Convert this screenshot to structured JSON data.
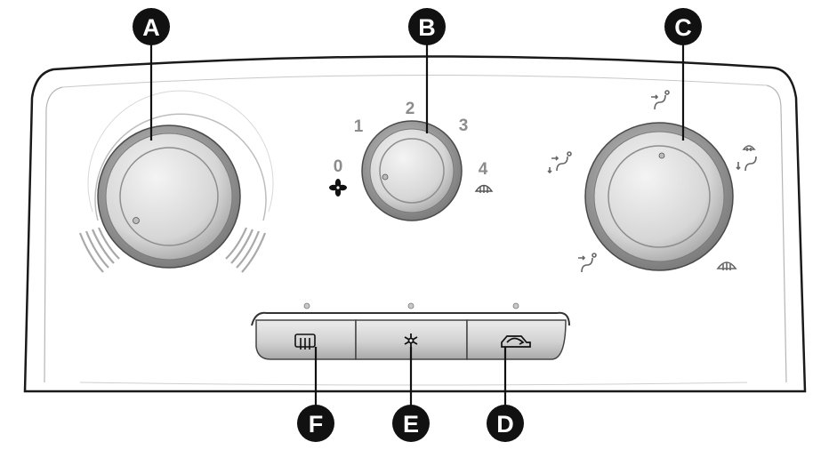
{
  "callouts": {
    "A": "A",
    "B": "B",
    "C": "C",
    "D": "D",
    "E": "E",
    "F": "F"
  },
  "fan_speed_scale": [
    "0",
    "1",
    "2",
    "3",
    "4"
  ],
  "air_distribution_icons": [
    "face-vent-icon",
    "face-and-feet-icon",
    "feet-icon",
    "feet-and-windscreen-icon",
    "windscreen-defrost-icon"
  ],
  "buttons": [
    {
      "callout": "F",
      "icon": "rear-window-heater-icon"
    },
    {
      "callout": "E",
      "icon": "air-conditioning-snowflake-icon"
    },
    {
      "callout": "D",
      "icon": "air-recirculation-car-icon"
    }
  ],
  "colors": {
    "callout_fill": "#111111",
    "knob_base": "#a8a8a8",
    "knob_highlight": "#f2f2f2",
    "scale_label": "#8c8c8c",
    "panel_outline": "#1a1a1a"
  }
}
